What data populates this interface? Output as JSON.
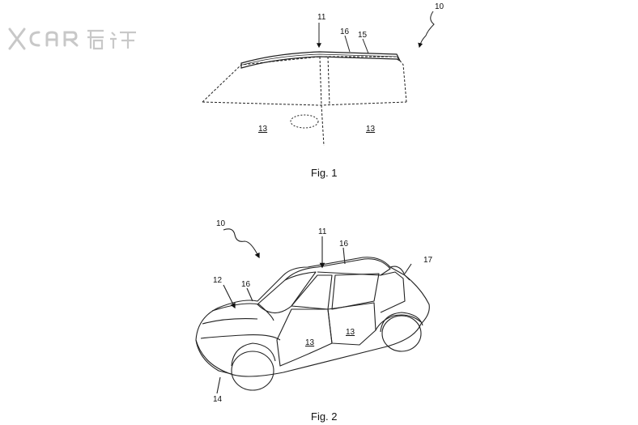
{
  "watermark": {
    "text": "XCAR 爱卡",
    "kind": "logo"
  },
  "figure1": {
    "caption": "Fig. 1",
    "labels": {
      "ref_10": "10",
      "ref_11": "11",
      "ref_16": "16",
      "ref_15": "15",
      "ref_13_left": "13",
      "ref_13_right": "13"
    }
  },
  "figure2": {
    "caption": "Fig. 2",
    "labels": {
      "ref_10": "10",
      "ref_11": "11",
      "ref_16_roof": "16",
      "ref_17": "17",
      "ref_12": "12",
      "ref_16_hood": "16",
      "ref_13_front": "13",
      "ref_13_rear": "13",
      "ref_14": "14"
    }
  }
}
